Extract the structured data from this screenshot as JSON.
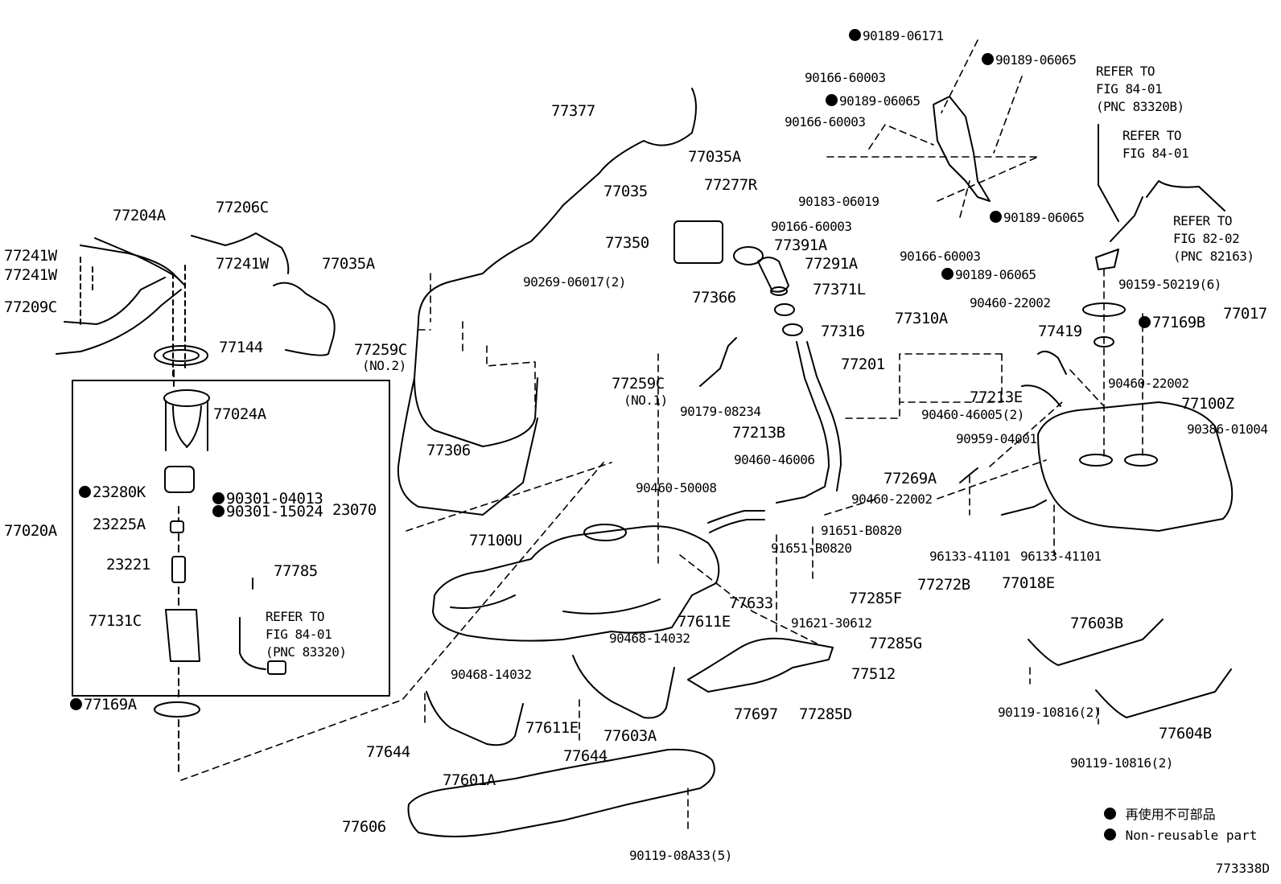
{
  "figure_id": "773338D",
  "legend": {
    "jp": "再使用不可部品",
    "en": "Non-reusable part"
  },
  "labels": {
    "p77204A": "77204A",
    "p77206C": "77206C",
    "p77241W_1": "77241W",
    "p77241W_2": "77241W",
    "p77241W_3": "77241W",
    "p77209C": "77209C",
    "p77144": "77144",
    "p77259C_2": "77259C",
    "no2": "(NO.2)",
    "p77024A": "77024A",
    "p23280K": "23280K",
    "p90301_04013": "90301-04013",
    "p90301_15024": "90301-15024",
    "p23070": "23070",
    "p77020A": "77020A",
    "p23225A": "23225A",
    "p23221": "23221",
    "p77785": "77785",
    "p77131C": "77131C",
    "refer_83320_a": "REFER TO",
    "refer_83320_b": "FIG 84-01",
    "refer_83320_c": "(PNC 83320)",
    "p77169A": "77169A",
    "p77377": "77377",
    "p77035": "77035",
    "p77035A_1": "77035A",
    "p77035A_2": "77035A",
    "p77306": "77306",
    "p77350": "77350",
    "p77391A": "77391A",
    "p77291A": "77291A",
    "p90269_06017": "90269-06017(2)",
    "p77366": "77366",
    "p77371L": "77371L",
    "p77310A": "77310A",
    "p77316": "77316",
    "p77201": "77201",
    "p77259C_1": "77259C",
    "no1": "(NO.1)",
    "p90179_08234": "90179-08234",
    "p77213B": "77213B",
    "p90460_46006": "90460-46006",
    "p90460_50008": "90460-50008",
    "p77100U": "77100U",
    "p91651_B0820_1": "91651-B0820",
    "p91651_B0820_2": "91651-B0820",
    "p77633": "77633",
    "p77272B": "77272B",
    "p77285F": "77285F",
    "p77611E_1": "77611E",
    "p91621_30612": "91621-30612",
    "p90468_14032_1": "90468-14032",
    "p77285G": "77285G",
    "p77512": "77512",
    "p90468_14032_2": "90468-14032",
    "p77611E_2": "77611E",
    "p77603A": "77603A",
    "p77697": "77697",
    "p77285D": "77285D",
    "p77644_1": "77644",
    "p77644_2": "77644",
    "p77601A": "77601A",
    "p77606": "77606",
    "p90119_08A33": "90119-08A33(5)",
    "p90189_06171": "90189-06171",
    "p90189_06065_1": "90189-06065",
    "p90166_60003_1": "90166-60003",
    "p90189_06065_2": "90189-06065",
    "p90166_60003_2": "90166-60003",
    "p77277R": "77277R",
    "p90183_06019": "90183-06019",
    "p90189_06065_3": "90189-06065",
    "p90166_60003_3": "90166-60003",
    "p90166_60003_4": "90166-60003",
    "p90189_06065_4": "90189-06065",
    "refer_83320B_a": "REFER TO",
    "refer_83320B_b": "FIG 84-01",
    "refer_83320B_c": "(PNC 83320B)",
    "refer_8401_a": "REFER TO",
    "refer_8401_b": "FIG 84-01",
    "refer_82163_a": "REFER TO",
    "refer_82163_b": "FIG 82-02",
    "refer_82163_c": "(PNC 82163)",
    "p90159_50219": "90159-50219(6)",
    "p90460_22002_1": "90460-22002",
    "p77017": "77017",
    "p77169B": "77169B",
    "p77419": "77419",
    "p90460_22002_2": "90460-22002",
    "p77213E": "77213E",
    "p90460_46005": "90460-46005(2)",
    "p77100Z": "77100Z",
    "p90386_01004": "90386-01004",
    "p90959_04001": "90959-04001",
    "p77269A": "77269A",
    "p90460_22002_3": "90460-22002",
    "p96133_41101_1": "96133-41101",
    "p96133_41101_2": "96133-41101",
    "p77018E": "77018E",
    "p77603B": "77603B",
    "p90119_10816_1": "90119-10816(2)",
    "p77604B": "77604B",
    "p90119_10816_2": "90119-10816(2)"
  }
}
